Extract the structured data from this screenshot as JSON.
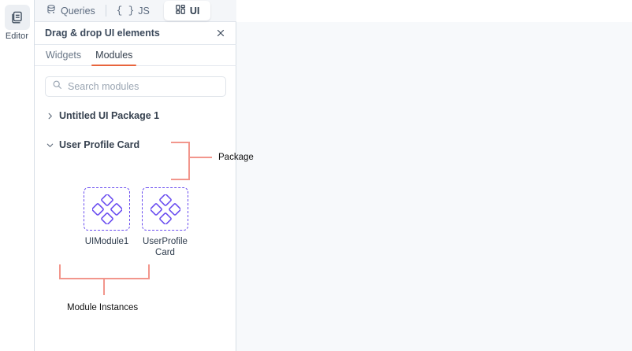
{
  "rail": {
    "items": [
      {
        "id": "editor",
        "label": "Editor",
        "icon": "stacked-pages-icon",
        "active": true
      }
    ]
  },
  "tabbar": {
    "tabs": [
      {
        "id": "queries",
        "label": "Queries",
        "icon": "database-icon",
        "active": false
      },
      {
        "id": "js",
        "label": "JS",
        "icon": "curly-braces-icon",
        "active": false
      },
      {
        "id": "ui",
        "label": "UI",
        "icon": "grid-layout-icon",
        "active": true
      }
    ]
  },
  "panel": {
    "title": "Drag & drop UI elements",
    "close_icon": "close-icon",
    "subtabs": [
      {
        "id": "widgets",
        "label": "Widgets",
        "active": false
      },
      {
        "id": "modules",
        "label": "Modules",
        "active": true
      }
    ],
    "search": {
      "placeholder": "Search modules",
      "value": "",
      "icon": "search-icon"
    },
    "tree": [
      {
        "id": "untitled-ui-package-1",
        "label": "Untitled UI Package 1",
        "expanded": false,
        "chevron": "chevron-right-icon"
      },
      {
        "id": "user-profile-card",
        "label": "User Profile Card",
        "expanded": true,
        "chevron": "chevron-down-icon"
      }
    ],
    "modules": [
      {
        "id": "uimodule1",
        "label": "UIModule1",
        "icon": "four-diamonds-module-icon"
      },
      {
        "id": "userprofilecard",
        "label": "UserProfileCard",
        "icon": "four-diamonds-module-icon"
      }
    ]
  },
  "annotations": [
    {
      "id": "package",
      "label": "Package"
    },
    {
      "id": "module-instances",
      "label": "Module Instances"
    }
  ],
  "colors": {
    "accent_orange": "#e8643c",
    "module_purple": "#6a4df0",
    "annotation_salmon": "#f2968c",
    "panel_border": "#d7dee6",
    "canvas_bg": "#f7f9fb",
    "tabbar_bg": "#f4f6f9",
    "text_primary": "#36414f",
    "text_muted": "#6b7888"
  }
}
